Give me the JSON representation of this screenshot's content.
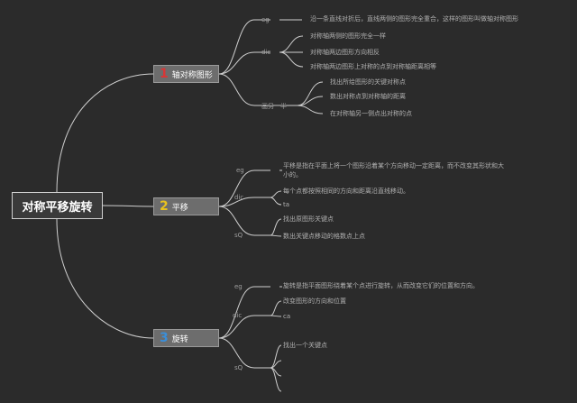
{
  "root": {
    "label": "对称平移旋转"
  },
  "branches": [
    {
      "num": "1",
      "num_color": "#d93636",
      "label": "轴对称图形",
      "groups": [
        {
          "tag": "eg",
          "items": [
            "沿一条直线对折后，直线两侧的图形完全重合，这样的图形叫做轴对称图形"
          ]
        },
        {
          "tag": "dic",
          "items": [
            "对称轴两侧的图形完全一样",
            "对称轴两边图形方向相反",
            "对称轴两边图形上对称的点到对称轴距离相等"
          ]
        },
        {
          "tag": "画另一半",
          "items": [
            "找出所给图形的关键对称点",
            "数出对称点到对称轴的距离",
            "在对称轴另一侧点出对称的点"
          ]
        }
      ]
    },
    {
      "num": "2",
      "num_color": "#e8c21e",
      "label": "平移",
      "groups": [
        {
          "tag": "eg",
          "items": [
            "平移是指在平面上将一个图形沿着某个方向移动一定距离，而不改变其形状和大",
            "小的。"
          ]
        },
        {
          "tag": "dic",
          "items": [
            "每个点都按照相同的方向和距离沿直线移动。",
            "ta"
          ]
        },
        {
          "tag": "sQ",
          "items": [
            "找出原图形关键点",
            "数出关键点移动的格数点上点"
          ]
        }
      ]
    },
    {
      "num": "3",
      "num_color": "#3b8ed8",
      "label": "旋转",
      "groups": [
        {
          "tag": "eg",
          "items": [
            "旋转是指平面图形绕着某个点进行旋转，从而改变它们的位置和方向。"
          ]
        },
        {
          "tag": "dic",
          "items": [
            "改变图形的方向和位置",
            "ca"
          ]
        },
        {
          "tag": "sQ",
          "items": [
            "找出一个关键点",
            "",
            "",
            ""
          ]
        }
      ]
    }
  ]
}
